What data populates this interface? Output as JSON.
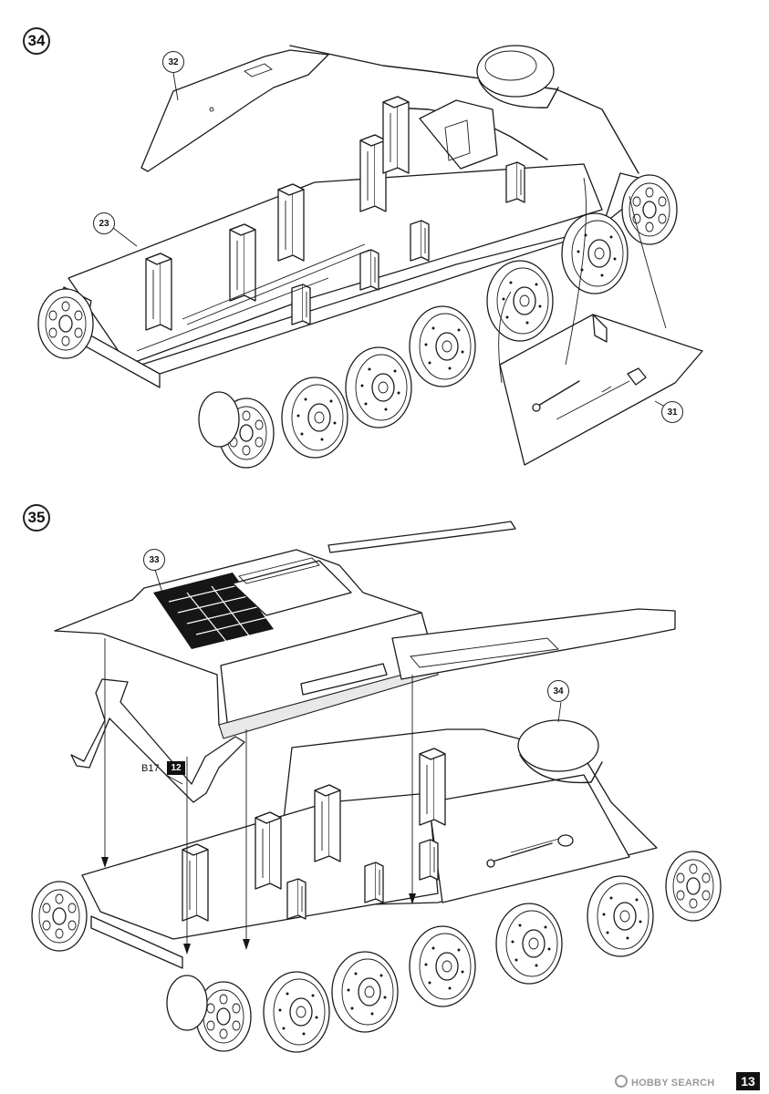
{
  "steps": [
    {
      "number": "34",
      "callouts": [
        "32",
        "23",
        "31"
      ]
    },
    {
      "number": "35",
      "callouts": [
        "33",
        "34"
      ],
      "part": {
        "code": "B17",
        "sprue": "12"
      }
    }
  ],
  "page_number": "13",
  "watermark": "HOBBY SEARCH"
}
